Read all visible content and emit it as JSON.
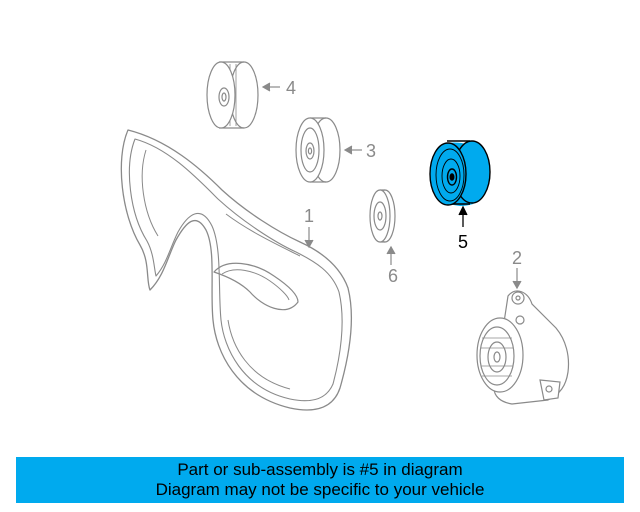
{
  "diagram": {
    "callouts": [
      {
        "id": "1",
        "label": "1"
      },
      {
        "id": "2",
        "label": "2"
      },
      {
        "id": "3",
        "label": "3"
      },
      {
        "id": "4",
        "label": "4"
      },
      {
        "id": "5",
        "label": "5"
      },
      {
        "id": "6",
        "label": "6"
      }
    ],
    "highlighted_part": "5",
    "highlight_color": "#00aaee",
    "line_color": "#8a8a8a"
  },
  "banner": {
    "line1": "Part or sub-assembly is #5 in diagram",
    "line2": "Diagram may not be specific to your vehicle",
    "background": "#00aaee"
  }
}
